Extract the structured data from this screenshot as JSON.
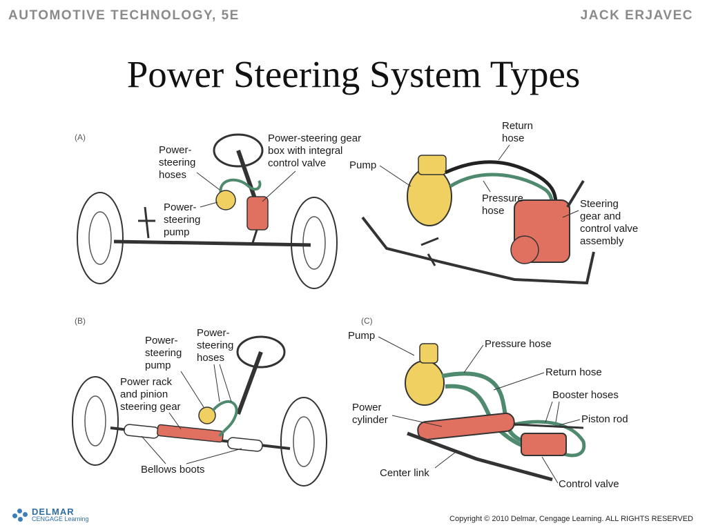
{
  "header": {
    "left": "AUTOMOTIVE TECHNOLOGY, 5E",
    "right": "JACK ERJAVEC"
  },
  "title": "Power Steering System Types",
  "panels": {
    "a": {
      "tag": "(A)",
      "labels": {
        "hoses": [
          "Power-",
          "steering",
          "hoses"
        ],
        "gearbox": [
          "Power-steering gear",
          "box with integral",
          "control valve"
        ],
        "pump": [
          "Power-",
          "steering",
          "pump"
        ]
      }
    },
    "a2": {
      "labels": {
        "return_hose": [
          "Return",
          "hose"
        ],
        "pump": [
          "Pump"
        ],
        "pressure_hose": [
          "Pressure",
          "hose"
        ],
        "gear": [
          "Steering",
          "gear and",
          "control valve",
          "assembly"
        ]
      }
    },
    "b": {
      "tag": "(B)",
      "labels": {
        "pump": [
          "Power-",
          "steering",
          "pump"
        ],
        "hoses": [
          "Power-",
          "steering",
          "hoses"
        ],
        "rack": [
          "Power rack",
          "and pinion",
          "steering gear"
        ],
        "boots": [
          "Bellows boots"
        ]
      }
    },
    "c": {
      "tag": "(C)",
      "labels": {
        "pump": [
          "Pump"
        ],
        "pressure_hose": [
          "Pressure hose"
        ],
        "return_hose": [
          "Return hose"
        ],
        "cylinder": [
          "Power",
          "cylinder"
        ],
        "booster": [
          "Booster hoses"
        ],
        "piston": [
          "Piston rod"
        ],
        "center": [
          "Center link"
        ],
        "valve": [
          "Control valve"
        ]
      }
    }
  },
  "footer": {
    "logo_main": "DELMAR",
    "logo_sub": "CENGAGE Learning",
    "copyright": "Copyright © 2010 Delmar, Cengage Learning. ALL RIGHTS RESERVED"
  },
  "colors": {
    "pump": "#f0d060",
    "gear": "#e07060",
    "hose": "#4f8a6e",
    "line": "#333333"
  }
}
